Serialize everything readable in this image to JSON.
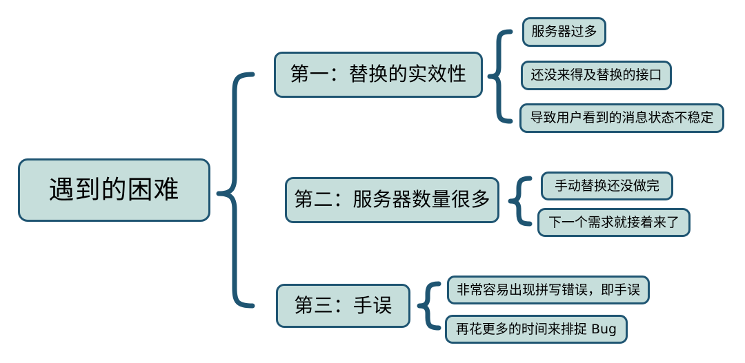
{
  "diagram": {
    "type": "mind-map",
    "title": "遇到的困难",
    "colors": {
      "node_fill": "#c6dedb",
      "node_border": "#1f5572",
      "brace": "#1f5572",
      "text": "#000000",
      "background": "#ffffff"
    },
    "root": {
      "label": "遇到的困难"
    },
    "branches": [
      {
        "label": "第一：替换的实效性",
        "children": [
          {
            "label": "服务器过多"
          },
          {
            "label": "还没来得及替换的接口"
          },
          {
            "label": "导致用户看到的消息状态不稳定"
          }
        ]
      },
      {
        "label": "第二：服务器数量很多",
        "children": [
          {
            "label": "手动替换还没做完"
          },
          {
            "label": "下一个需求就接着来了"
          }
        ]
      },
      {
        "label": "第三：手误",
        "children": [
          {
            "label": "非常容易出现拼写错误，即手误"
          },
          {
            "label": "再花更多的时间来排捉 Bug"
          }
        ]
      }
    ]
  }
}
